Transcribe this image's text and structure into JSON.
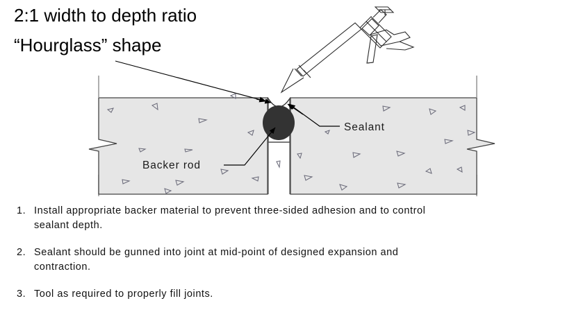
{
  "title": {
    "line1": "2:1 width to depth ratio",
    "line2": "“Hourglass” shape"
  },
  "diagram": {
    "labels": {
      "backer_rod": "Backer rod",
      "sealant": "Sealant"
    },
    "parts": {
      "caulk_gun": "caulk-gun-icon",
      "left_slab": "concrete-slab-left",
      "right_slab": "concrete-slab-right",
      "joint_gap": "expansion-joint-gap",
      "backer_rod_shape": "backer-rod-circle",
      "sealant_bead": "sealant-bead-hourglass"
    },
    "colors": {
      "concrete_fill": "#e6e6e6",
      "concrete_outline": "#444444",
      "backer_rod": "#333333",
      "aggregate_mark": "#6b6b7a",
      "leader_line": "#000000",
      "break_line": "#2b2b2b",
      "guide_line": "#8c8c8c",
      "text": "#111111",
      "background": "#ffffff"
    }
  },
  "instructions": [
    {
      "number": "1.",
      "lines": [
        "Install  appropriate backer material to prevent three-sided adhesion and to control",
        "sealant depth."
      ]
    },
    {
      "number": "2.",
      "lines": [
        "Sealant should be gunned into joint at mid-point of designed expansion and",
        "contraction."
      ]
    },
    {
      "number": "3.",
      "lines": [
        "Tool as required to properly fill joints."
      ]
    }
  ]
}
